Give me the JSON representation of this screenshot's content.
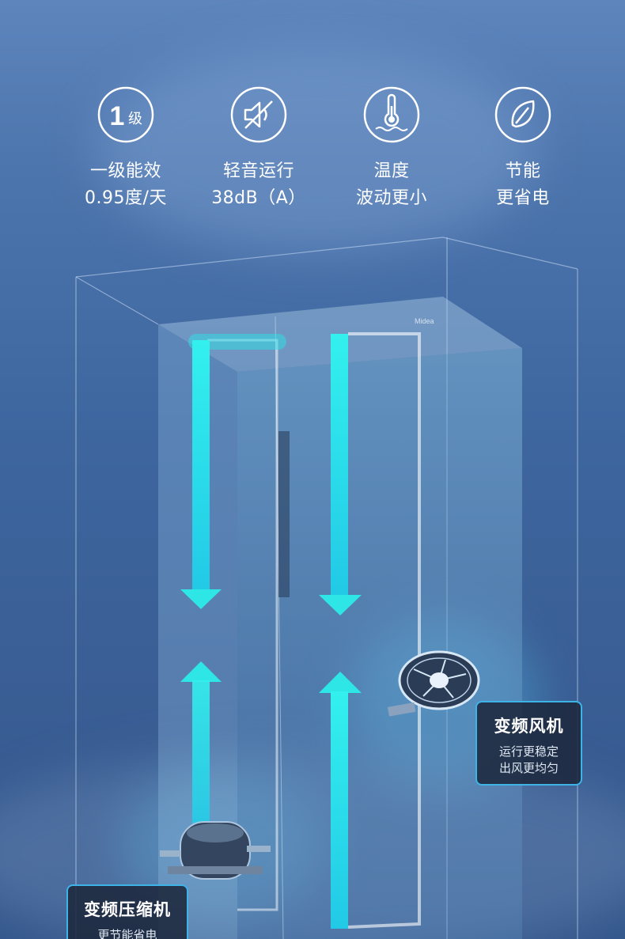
{
  "features": [
    {
      "icon": "level-1-icon",
      "badge_number": "1",
      "badge_text": "级",
      "line1": "一级能效",
      "line2": "0.95度/天"
    },
    {
      "icon": "mute-speaker-icon",
      "line1": "轻音运行",
      "line2": "38dB（A）"
    },
    {
      "icon": "thermometer-icon",
      "line1": "温度",
      "line2": "波动更小"
    },
    {
      "icon": "leaf-icon",
      "line1": "节能",
      "line2": "更省电"
    }
  ],
  "fan_card": {
    "title": "变频风机",
    "line1": "运行更稳定",
    "line2": "出风更均匀"
  },
  "compressor_card": {
    "title": "变频压缩机",
    "line1": "更节能省电"
  },
  "brand_logo": "Midea",
  "colors": {
    "arrow": "#2ee6e6",
    "card_border": "#3db3e8",
    "card_bg": "#1c283c"
  }
}
